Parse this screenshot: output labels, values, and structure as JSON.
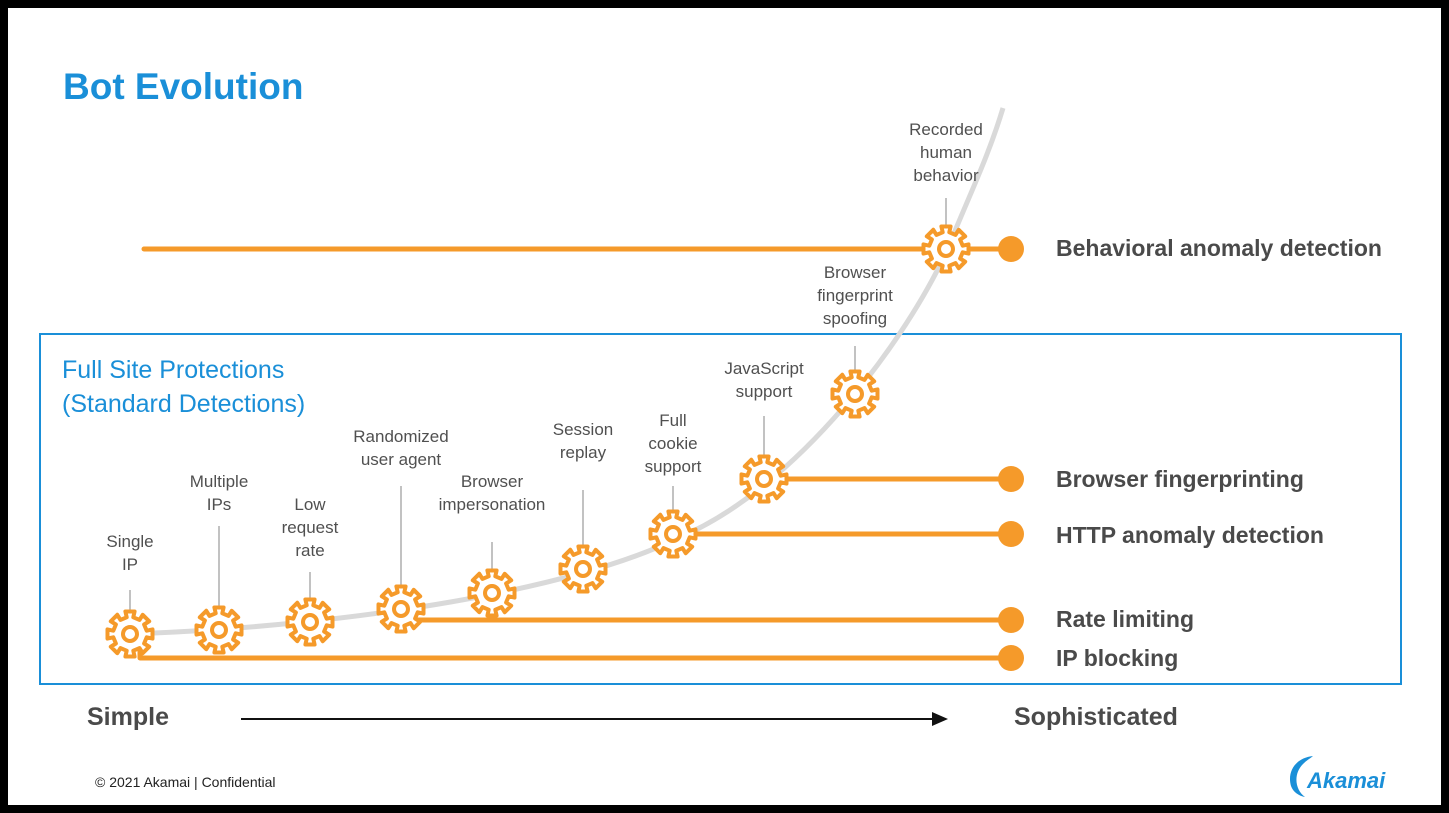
{
  "title": "Bot Evolution",
  "full_site_protections": {
    "line1": "Full Site Protections",
    "line2": "(Standard Detections)"
  },
  "stages": [
    {
      "lines": [
        "Single",
        "IP"
      ]
    },
    {
      "lines": [
        "Multiple",
        "IPs"
      ]
    },
    {
      "lines": [
        "Low",
        "request",
        "rate"
      ]
    },
    {
      "lines": [
        "Randomized",
        "user agent"
      ]
    },
    {
      "lines": [
        "Browser",
        "impersonation"
      ]
    },
    {
      "lines": [
        "Session",
        "replay"
      ]
    },
    {
      "lines": [
        "Full",
        "cookie",
        "support"
      ]
    },
    {
      "lines": [
        "JavaScript",
        "support"
      ]
    },
    {
      "lines": [
        "Browser",
        "fingerprint",
        "spoofing"
      ]
    },
    {
      "lines": [
        "Recorded",
        "human",
        "behavior"
      ]
    }
  ],
  "detections": [
    {
      "label": "Behavioral anomaly detection"
    },
    {
      "label": "Browser fingerprinting"
    },
    {
      "label": "HTTP anomaly detection"
    },
    {
      "label": "Rate limiting"
    },
    {
      "label": "IP blocking"
    }
  ],
  "axis": {
    "start": "Simple",
    "end": "Sophisticated"
  },
  "footer": "© 2021 Akamai | Confidential",
  "logo": {
    "text": "Akamai",
    "icon": "akamai-wave-icon"
  },
  "colors": {
    "title_blue": "#1a8fd8",
    "gear_orange": "#f59a2a",
    "curve_gray": "#d9d9d9",
    "text_gray": "#4a4a4a"
  }
}
